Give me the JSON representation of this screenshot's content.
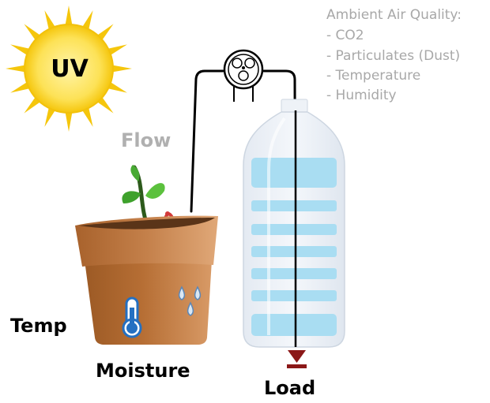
{
  "labels": {
    "uv": "UV",
    "flow": "Flow",
    "temp": "Temp",
    "moisture": "Moisture",
    "load": "Load"
  },
  "air_quality": {
    "title": "Ambient Air Quality:",
    "items": [
      "- CO2",
      "- Particulates (Dust)",
      "- Temperature",
      "- Humidity"
    ]
  },
  "colors": {
    "sun": "#f5c60c",
    "sun_core": "#fde257",
    "pot": "#b56a2d",
    "pot_rim": "#c98446",
    "leaf": "#41a72e",
    "water": "#a9ddf2",
    "thermometer": "#2470c2",
    "load_marker": "#8b1818",
    "flow_text": "#b0b0b0",
    "air_quality_text": "#a8a8a8"
  },
  "icons": [
    "sun-icon",
    "flow-meter-icon",
    "plant-icon",
    "worm-icon",
    "thermometer-icon",
    "water-drops-icon",
    "bottle-icon",
    "load-marker-icon"
  ]
}
